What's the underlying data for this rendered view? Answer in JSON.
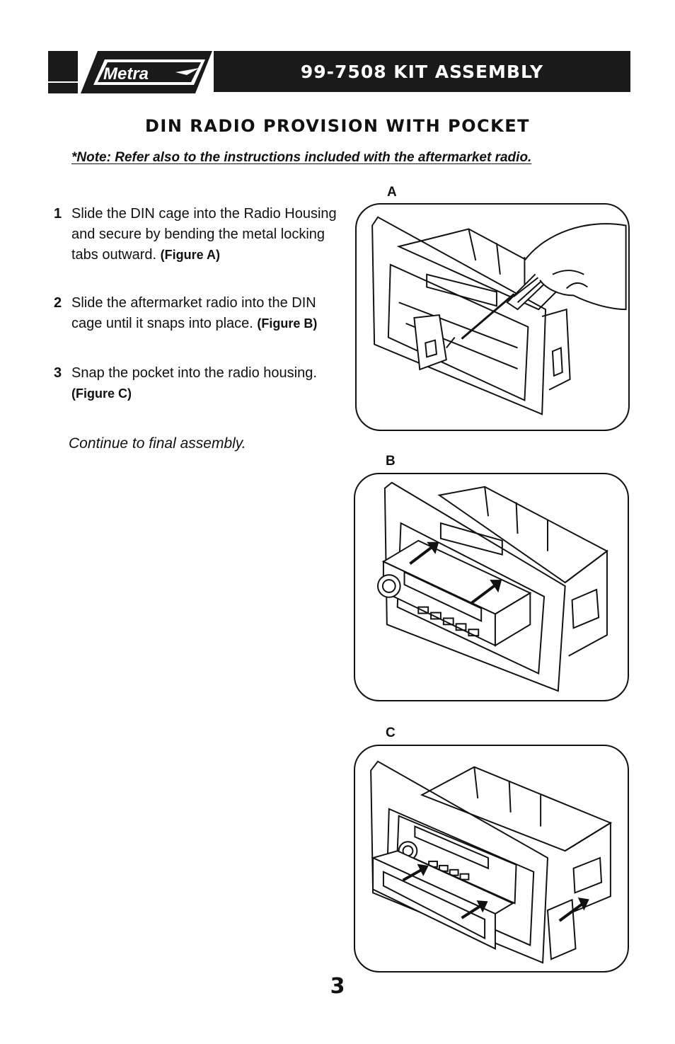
{
  "header": {
    "logo_text": "Metra",
    "title": "99-7508 KIT ASSEMBLY"
  },
  "section": {
    "heading": "DIN RADIO PROVISION WITH POCKET",
    "note": "*Note:  Refer also to the instructions included with the aftermarket radio."
  },
  "steps": [
    {
      "number": "1",
      "text": "Slide the DIN cage into the Radio Housing and secure by bending the metal locking tabs outward.",
      "figure_ref": "(Figure A)"
    },
    {
      "number": "2",
      "text": "Slide the aftermarket radio into the DIN cage until it snaps into place.",
      "figure_ref": "(Figure B)"
    },
    {
      "number": "3",
      "text": "Snap the pocket into the radio housing.",
      "figure_ref": "(Figure C)"
    }
  ],
  "continue_text": "Continue to final assembly.",
  "figures": [
    {
      "label": "A"
    },
    {
      "label": "B"
    },
    {
      "label": "C"
    }
  ],
  "page_number": "3"
}
